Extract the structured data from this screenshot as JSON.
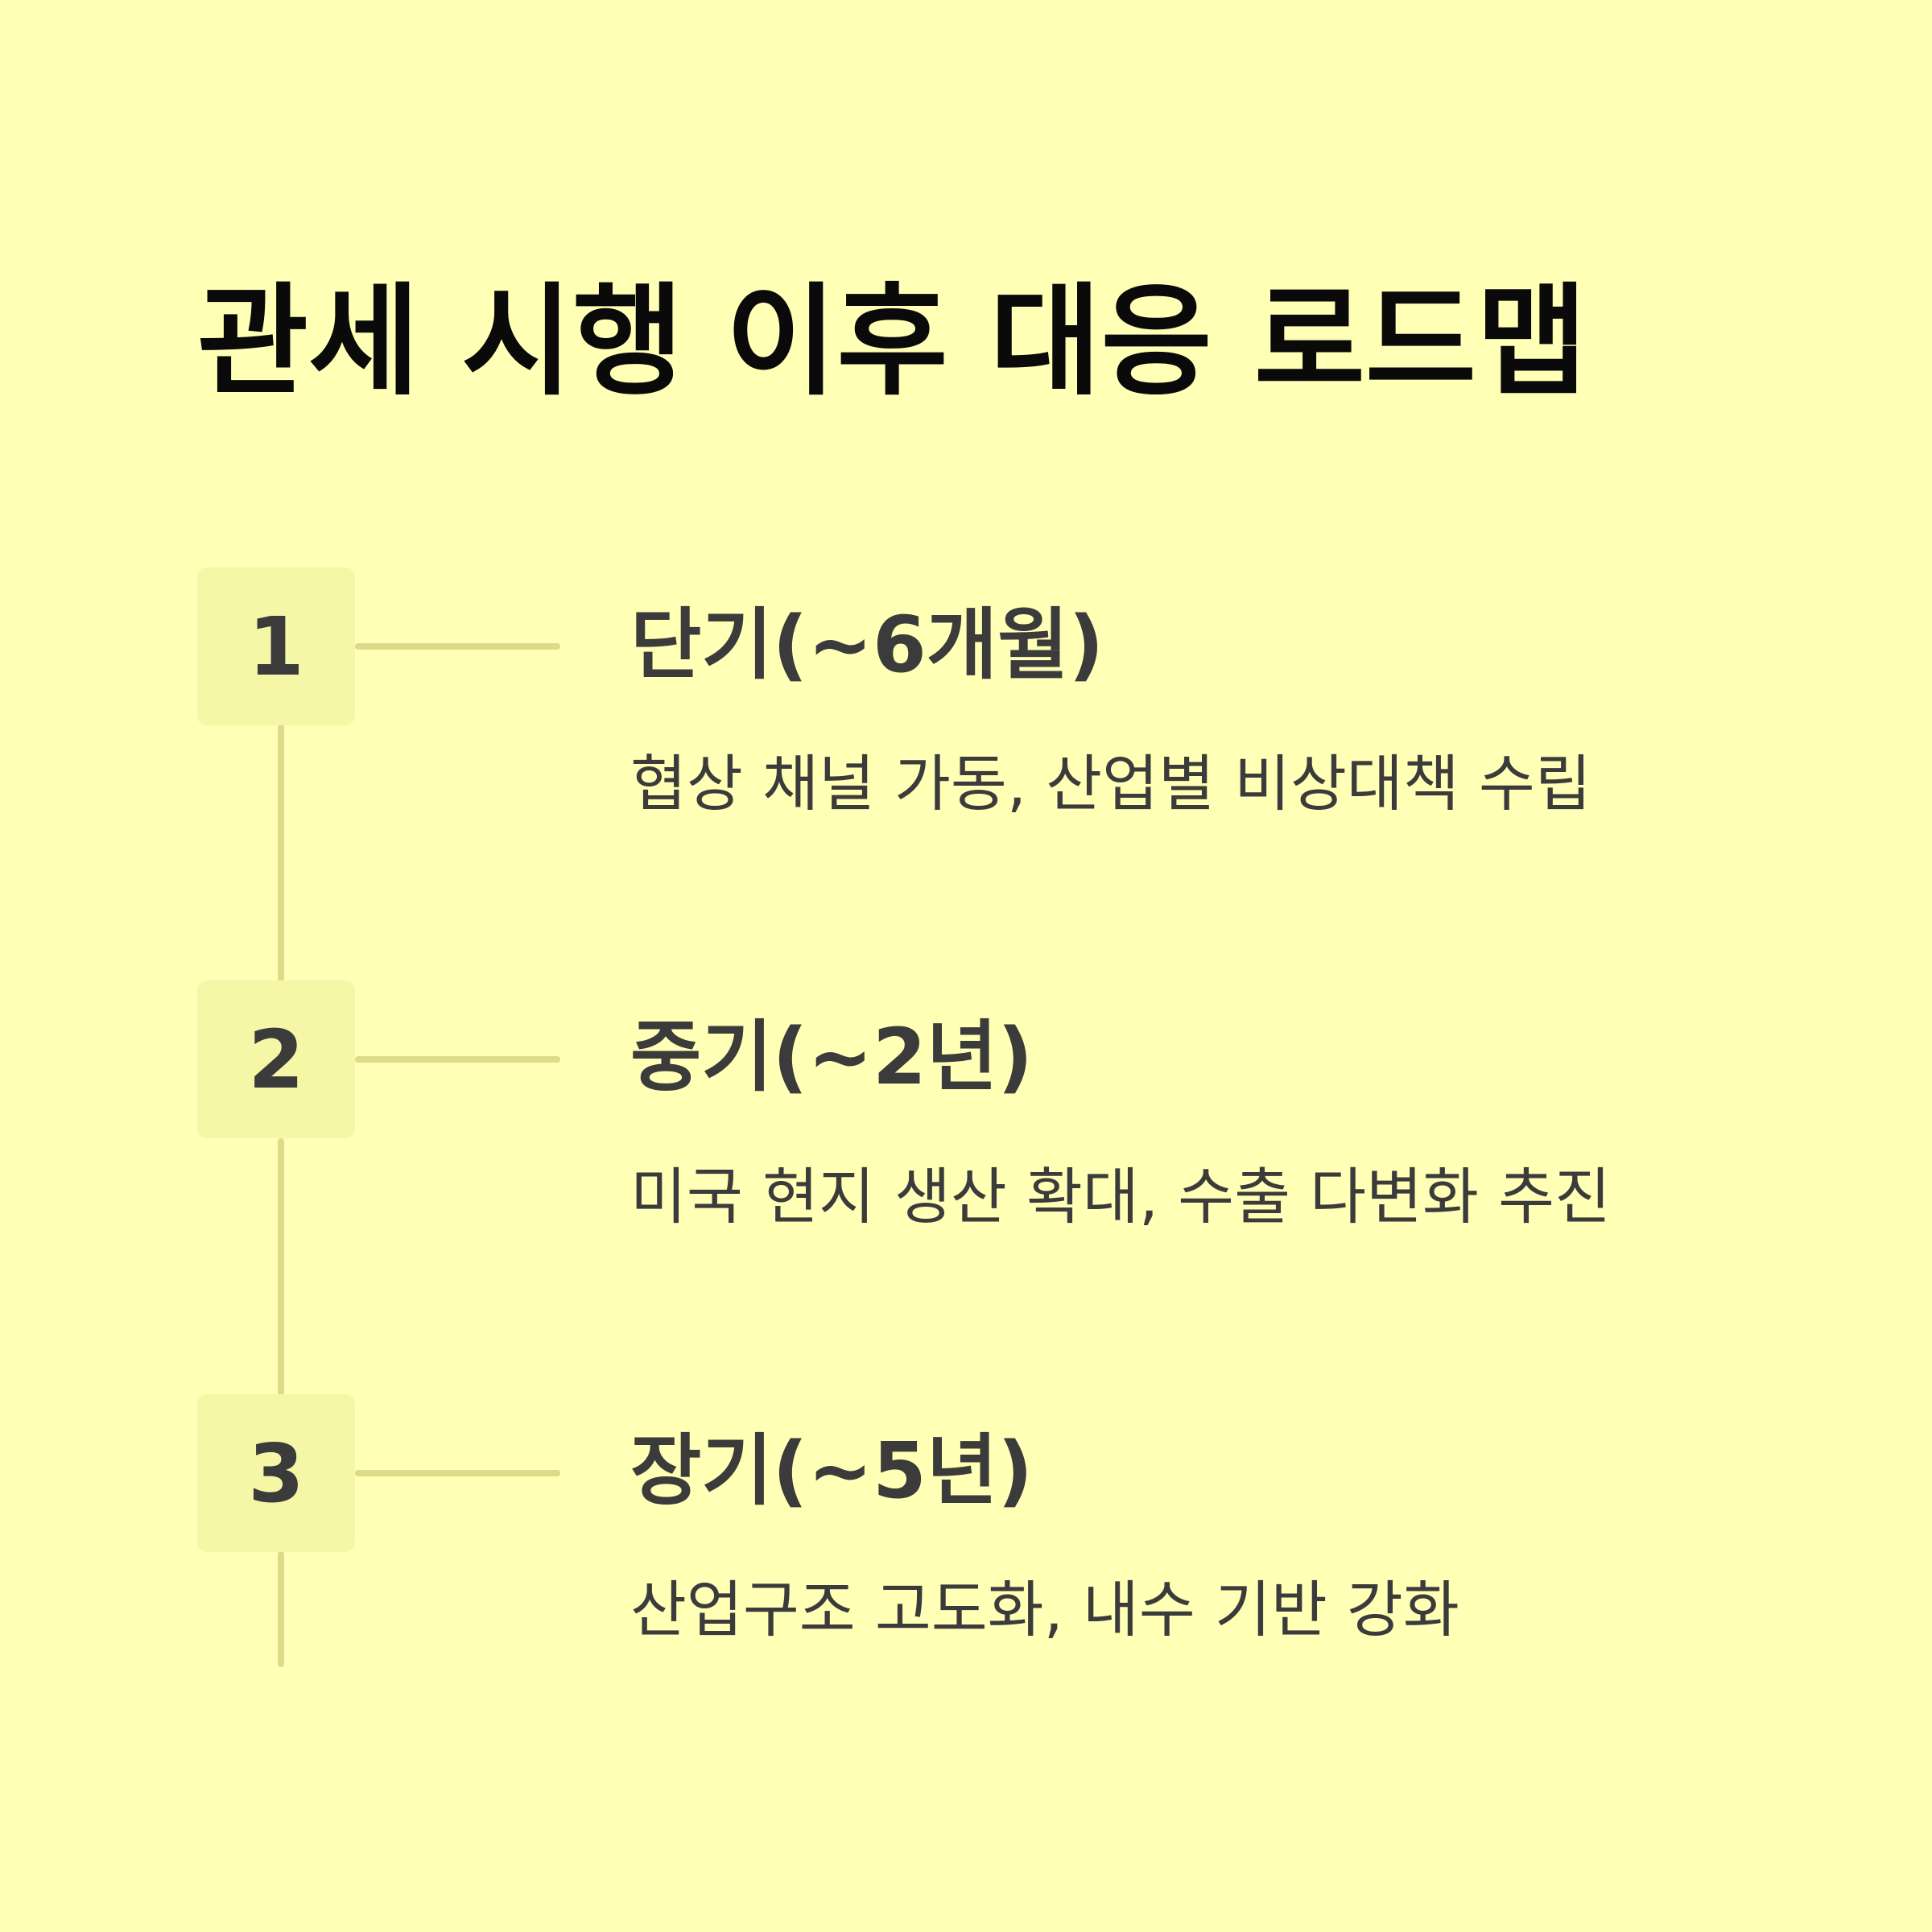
{
  "title": "관세 시행 이후 대응 로드맵",
  "steps": [
    {
      "number": "1",
      "title": "단기(~6개월)",
      "description": "협상 채널 가동, 산업별 비상대책 수립"
    },
    {
      "number": "2",
      "title": "중기(~2년)",
      "description": "미국 현지 생산 확대, 수출 다변화 추진"
    },
    {
      "number": "3",
      "title": "장기(~5년)",
      "description": "산업구조 고도화, 내수 기반 강화"
    }
  ],
  "colors": {
    "background": "#FFFFB6",
    "step_box": "#F5F6A6",
    "line": "#DCDB8A",
    "title_text": "#0A0A0A",
    "body_text": "#3B3B3B"
  }
}
